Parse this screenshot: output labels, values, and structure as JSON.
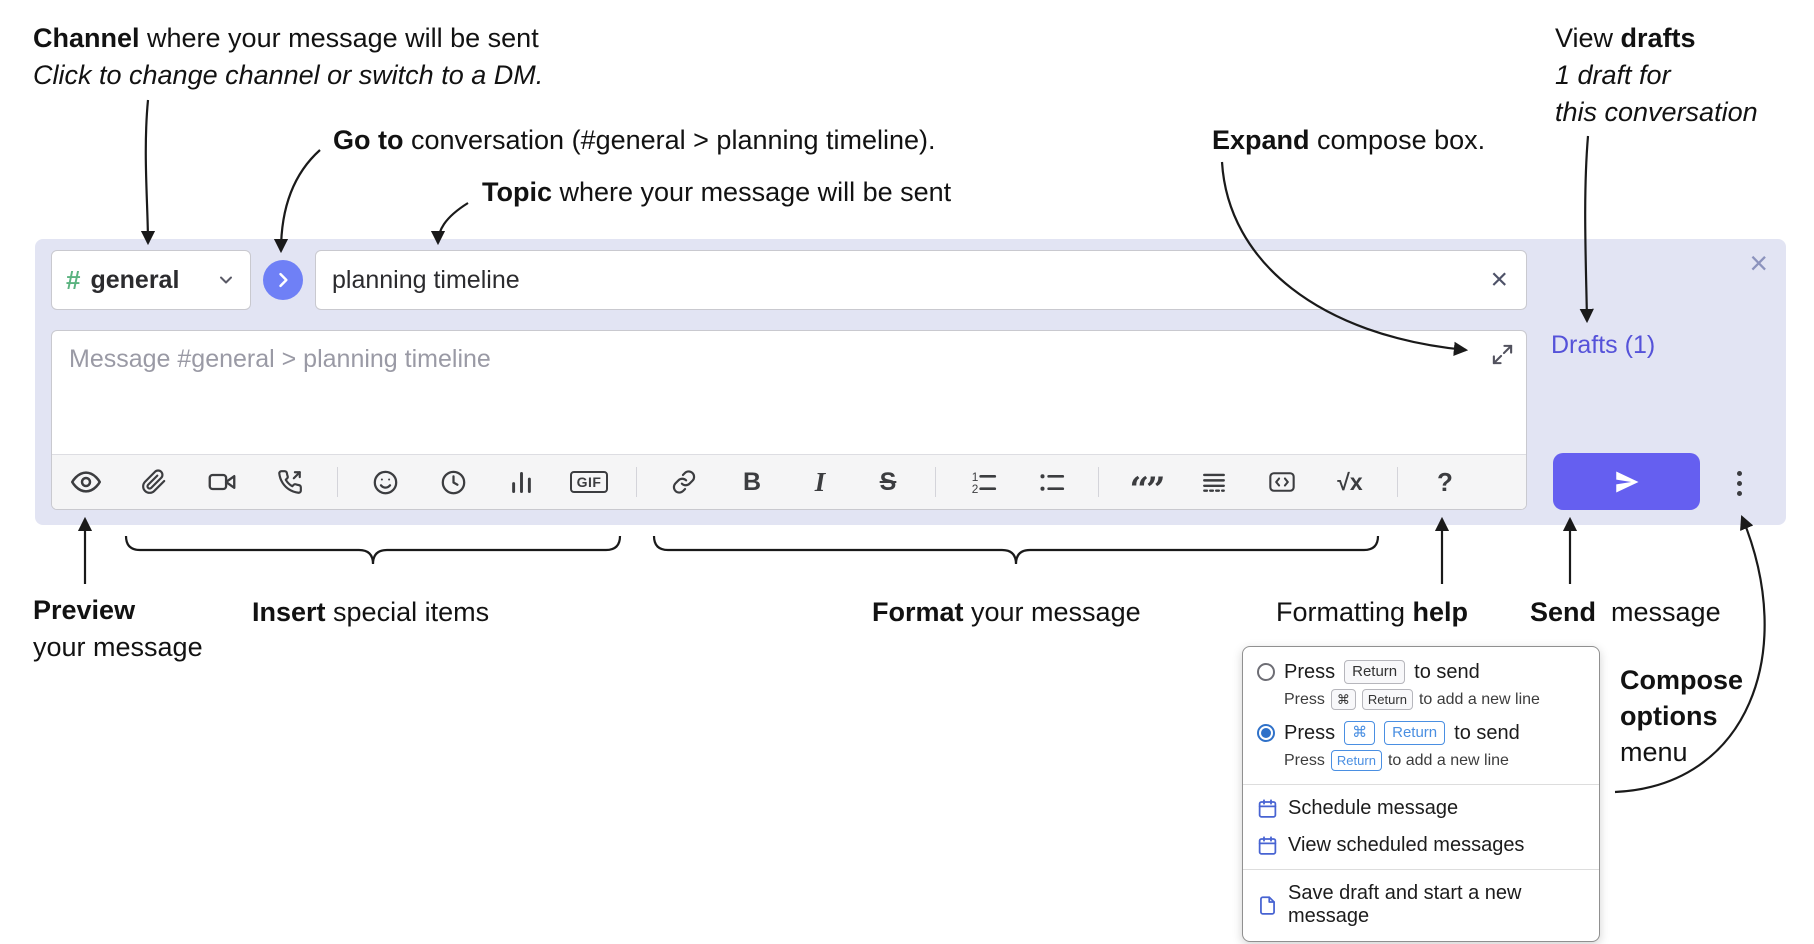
{
  "annotations": {
    "channel_line1_bold": "Channel",
    "channel_line1_rest": " where your message will be sent",
    "channel_line2": "Click to change channel or switch to a DM.",
    "goto_bold": "Go to",
    "goto_rest": " conversation (#general > planning timeline).",
    "topic_bold": "Topic",
    "topic_rest": " where your message will be sent",
    "expand_bold": "Expand",
    "expand_rest": " compose box.",
    "drafts_normal": "View ",
    "drafts_bold": "drafts",
    "drafts_line2": "1 draft for",
    "drafts_line3": "this conversation",
    "preview_bold": "Preview",
    "preview_line2": "your message",
    "insert_bold": "Insert",
    "insert_rest": " special items",
    "format_bold": "Format",
    "format_rest": " your message",
    "help_normal": "Formatting ",
    "help_bold": "help",
    "send_bold": "Send",
    "send_rest": " message",
    "options_line1": "Compose",
    "options_line2": "options",
    "options_line3": "menu"
  },
  "compose": {
    "channel_hash": "#",
    "channel_name": "general",
    "topic_value": "planning timeline",
    "message_placeholder": "Message #general > planning timeline",
    "drafts_link": "Drafts (1)",
    "close_glyph": "×",
    "clear_glyph": "×",
    "toolbar": {
      "bold_label": "B",
      "italic_label": "I",
      "strike_label": "S",
      "gif_label": "GIF",
      "quote_glyph": "“”",
      "math_label": "√x",
      "help_label": "?"
    }
  },
  "popup": {
    "opt1_press": "Press",
    "opt1_key": "Return",
    "opt1_suffix": "to send",
    "opt1_sub_press": "Press",
    "opt1_sub_key1": "⌘",
    "opt1_sub_key2": "Return",
    "opt1_sub_suffix": "to add a new line",
    "opt2_press": "Press",
    "opt2_key1": "⌘",
    "opt2_key2": "Return",
    "opt2_suffix": "to send",
    "opt2_sub_press": "Press",
    "opt2_sub_key": "Return",
    "opt2_sub_suffix": "to add a new line",
    "item_schedule": "Schedule message",
    "item_view_scheduled": "View scheduled messages",
    "item_save_draft": "Save draft and start a new message"
  },
  "colors": {
    "compose_bg": "#e2e4f3",
    "send_button": "#655ff0",
    "drafts_link": "#5552d9",
    "goto_circle": "#6f80f6",
    "channel_hash_green": "#5bb380",
    "kbd_blue": "#4a8fe2",
    "radio_blue": "#2f71c9"
  }
}
